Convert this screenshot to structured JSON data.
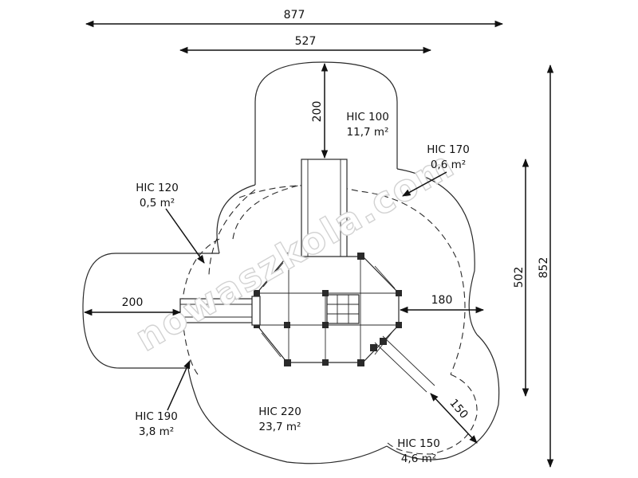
{
  "dimensions": {
    "total_width": "877",
    "inner_width": "527",
    "total_height": "852",
    "inner_height": "502",
    "top_slide_zone": "200",
    "left_slide_zone": "200",
    "right_zone": "180",
    "lower_right_zone": "150"
  },
  "zones": [
    {
      "hic": "HIC 100",
      "area": "11,7 m²"
    },
    {
      "hic": "HIC 170",
      "area": "0,6 m²"
    },
    {
      "hic": "HIC 120",
      "area": "0,5 m²"
    },
    {
      "hic": "HIC 190",
      "area": "3,8 m²"
    },
    {
      "hic": "HIC 220",
      "area": "23,7  m²"
    },
    {
      "hic": "HIC 150",
      "area": "4,6 m²"
    }
  ],
  "watermark": "nowaszkola.com",
  "colors": {
    "line": "#2a2a2a",
    "watermark_stroke": "#d2d2d2",
    "background": "#ffffff"
  }
}
